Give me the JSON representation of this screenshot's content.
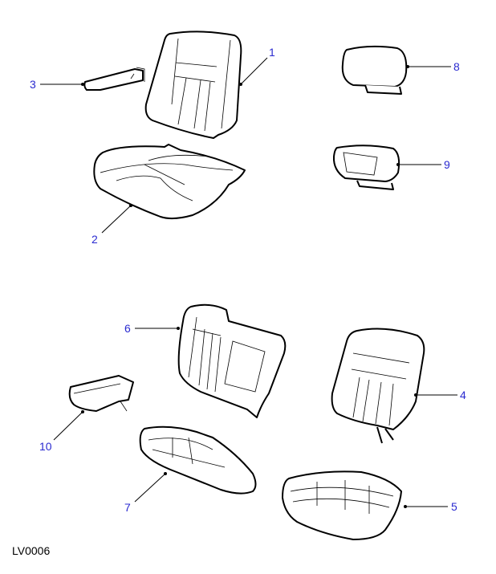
{
  "diagram": {
    "code": "LV0006",
    "callouts": [
      {
        "id": "1",
        "part": "front-seat-backrest"
      },
      {
        "id": "2",
        "part": "front-seat-cushion"
      },
      {
        "id": "3",
        "part": "armrest"
      },
      {
        "id": "4",
        "part": "rear-seat-backrest-single"
      },
      {
        "id": "5",
        "part": "rear-seat-cushion-single"
      },
      {
        "id": "6",
        "part": "rear-seat-backrest-double"
      },
      {
        "id": "7",
        "part": "rear-seat-cushion-double"
      },
      {
        "id": "8",
        "part": "headrest-front"
      },
      {
        "id": "9",
        "part": "headrest-rear"
      },
      {
        "id": "10",
        "part": "rear-armrest"
      }
    ],
    "label_color": "#2a2ad0"
  }
}
